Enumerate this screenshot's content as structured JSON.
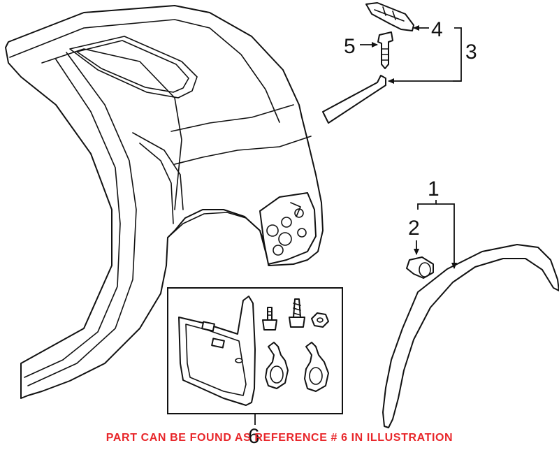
{
  "diagram": {
    "callouts": [
      {
        "id": "c1",
        "text": "1"
      },
      {
        "id": "c2",
        "text": "2"
      },
      {
        "id": "c3",
        "text": "3"
      },
      {
        "id": "c4",
        "text": "4"
      },
      {
        "id": "c5",
        "text": "5"
      },
      {
        "id": "c6",
        "text": "6"
      }
    ],
    "note": "PART CAN BE FOUND AS REFERENCE # 6 IN ILLUSTRATION",
    "colors": {
      "line": "#111111",
      "note": "#e8262a",
      "background": "#ffffff"
    }
  }
}
